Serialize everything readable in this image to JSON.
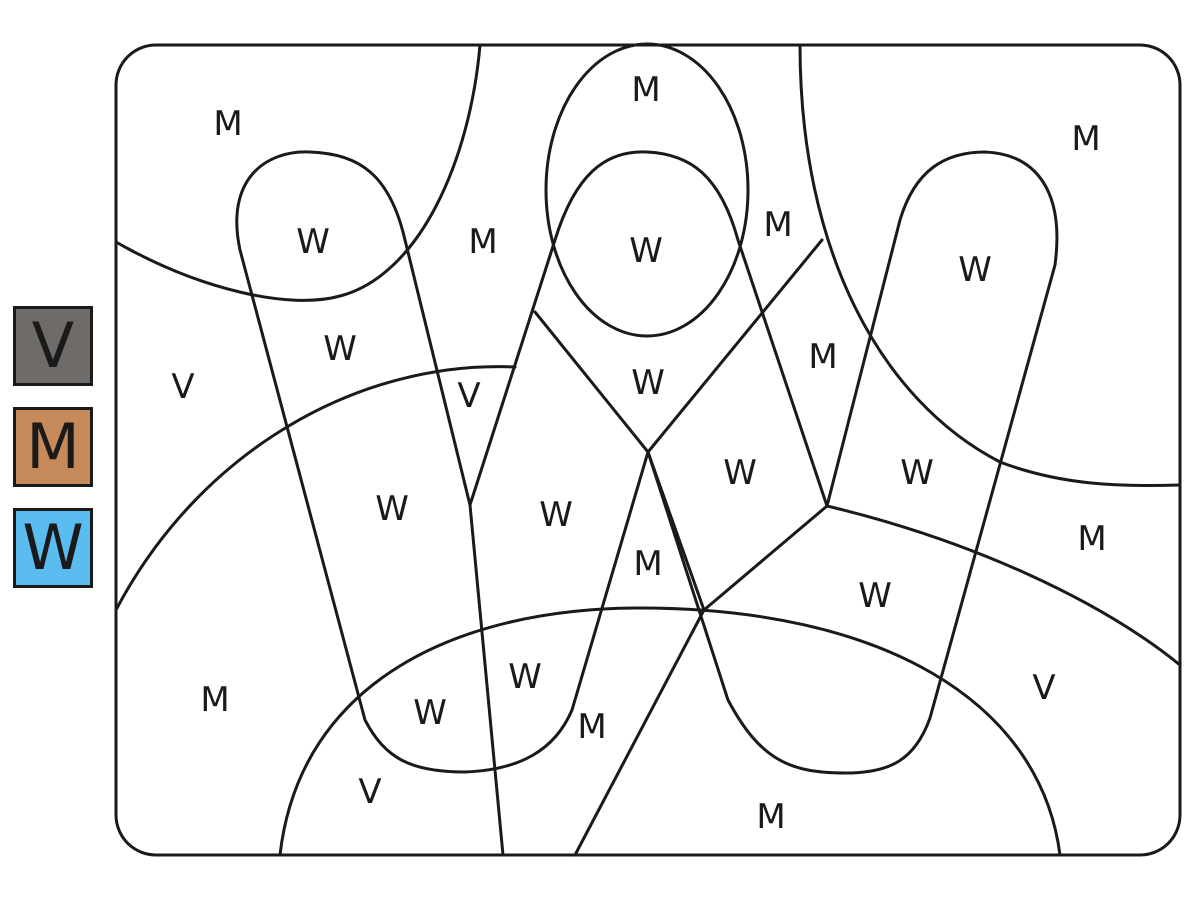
{
  "legend": [
    {
      "key": "V",
      "color": "#6e6b68"
    },
    {
      "key": "M",
      "color": "#c68a5a"
    },
    {
      "key": "W",
      "color": "#5bbcf0"
    }
  ],
  "regions": [
    {
      "label": "M"
    },
    {
      "label": "M"
    },
    {
      "label": "M"
    },
    {
      "label": "W"
    },
    {
      "label": "M"
    },
    {
      "label": "W"
    },
    {
      "label": "M"
    },
    {
      "label": "W"
    },
    {
      "label": "W"
    },
    {
      "label": "V"
    },
    {
      "label": "V"
    },
    {
      "label": "W"
    },
    {
      "label": "M"
    },
    {
      "label": "W"
    },
    {
      "label": "W"
    },
    {
      "label": "W"
    },
    {
      "label": "W"
    },
    {
      "label": "M"
    },
    {
      "label": "M"
    },
    {
      "label": "W"
    },
    {
      "label": "M"
    },
    {
      "label": "W"
    },
    {
      "label": "M"
    },
    {
      "label": "W"
    },
    {
      "label": "V"
    },
    {
      "label": "V"
    },
    {
      "label": "M"
    }
  ]
}
